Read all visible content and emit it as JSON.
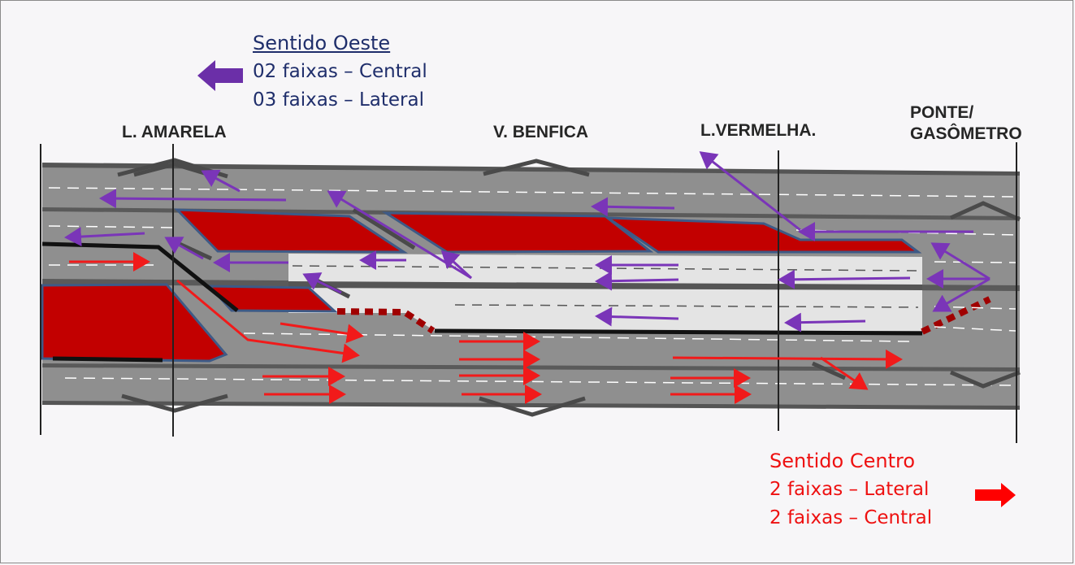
{
  "legend_west": {
    "title": "Sentido Oeste",
    "line1": "02 faixas – Central",
    "line2": "03 faixas – Lateral",
    "color": "#6b2fa8"
  },
  "legend_center": {
    "title": "Sentido Centro",
    "line1": "2 faixas – Lateral",
    "line2": "2 faixas – Central",
    "color": "#ff0000"
  },
  "locations": {
    "amarela": "L. AMARELA",
    "benfica": "V. BENFICA",
    "vermelha": "L.VERMELHA.",
    "ponte_line1": "PONTE/",
    "ponte_line2": "GASÔMETRO"
  },
  "colors": {
    "road": "#8f8f8f",
    "median": "#c20000",
    "central_lane": "#e4e4e4",
    "westbound_arrow": "#7a35b8",
    "eastbound_arrow": "#f11a1a"
  },
  "icons": {
    "west": "left-arrow-icon",
    "east": "right-arrow-icon"
  }
}
